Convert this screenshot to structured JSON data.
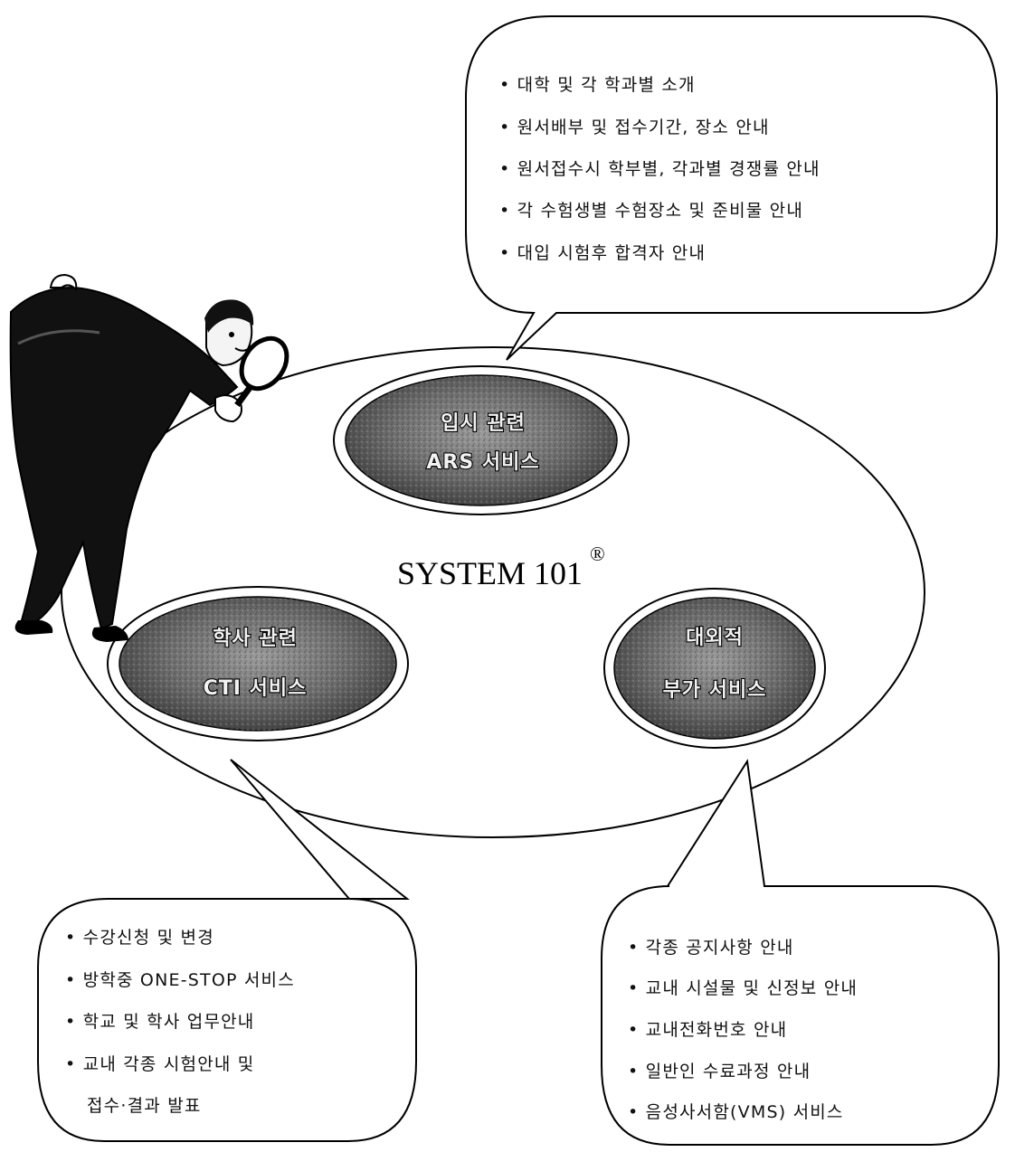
{
  "center": {
    "title": "SYSTEM 101",
    "mark": "®"
  },
  "discs": {
    "admission": {
      "line1": "입시 관련",
      "line2": "ARS 서비스"
    },
    "academic": {
      "line1": "학사 관련",
      "line2": "CTI 서비스"
    },
    "external": {
      "line1": "대외적",
      "line2": "부가 서비스"
    }
  },
  "bubbles": {
    "top": {
      "items": [
        "• 대학 및 각 학과별 소개",
        "• 원서배부 및 접수기간, 장소 안내",
        "• 원서접수시 학부별, 각과별 경쟁률 안내",
        "• 각 수험생별 수험장소 및 준비물 안내",
        "• 대입 시험후 합격자 안내"
      ]
    },
    "left": {
      "items": [
        "• 수강신청 및 변경",
        "• 방학중 ONE-STOP 서비스",
        "• 학교 및 학사 업무안내",
        "• 교내 각종 시험안내 및",
        "접수·결과 발표"
      ]
    },
    "right": {
      "items": [
        "• 각종 공지사항 안내",
        "• 교내 시설물 및 신정보 안내",
        "• 교내전화번호 안내",
        "• 일반인 수료과정 안내",
        "• 음성사서함(VMS) 서비스"
      ]
    }
  }
}
